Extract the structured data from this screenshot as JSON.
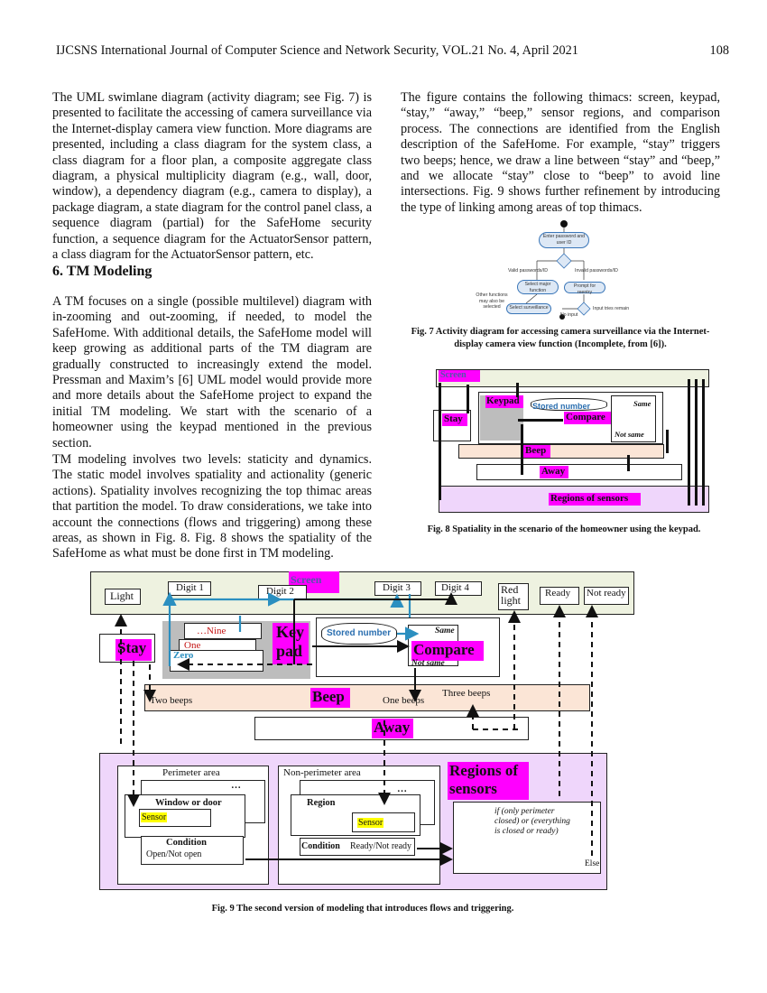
{
  "header": {
    "journal": "IJCSNS International Journal of Computer Science and Network Security, VOL.21 No. 4, April 2021",
    "page": "108"
  },
  "left_col": {
    "p1": "The UML swimlane diagram (activity diagram; see Fig. 7) is presented to facilitate the accessing of camera surveillance via the Internet-display camera view function. More diagrams are presented, including a class diagram for the system class, a class diagram for a floor plan, a composite aggregate class diagram, a physical multiplicity diagram (e.g., wall, door, window), a dependency diagram (e.g., camera to display), a package diagram, a state diagram for the control panel class, a sequence diagram (partial) for the SafeHome security function, a sequence diagram for the ActuatorSensor pattern, a class diagram for the ActuatorSensor pattern, etc.",
    "heading": "6. TM Modeling",
    "p2": "A TM focuses on a single (possible multilevel) diagram with in-zooming and out-zooming, if needed, to model the SafeHome. With additional details, the SafeHome model will keep growing as additional parts of the TM diagram are gradually constructed to increasingly extend the model. Pressman and Maxim’s [6] UML model would provide more and more details about the SafeHome project to expand the initial TM modeling. We start with the scenario of a homeowner using the keypad mentioned in the previous section.",
    "p3": "TM modeling involves two levels: staticity and dynamics. The static model involves spatiality and actionality (generic actions). Spatiality involves recognizing the top thimac areas that partition the model. To draw considerations, we take into account the connections (flows and triggering) among these areas, as shown in Fig. 8. Fig. 8 shows the spatiality of the SafeHome as what must be done first in TM modeling."
  },
  "right_col": {
    "p1": "The figure contains the following thimacs: screen, keypad, “stay,” “away,” “beep,” sensor regions, and comparison process. The connections are identified from the English description of the SafeHome. For example, “stay” triggers two beeps; hence, we draw a line between “stay” and “beep,” and we allocate “stay” close to “beep” to avoid line intersections. Fig. 9 shows further refinement by introducing the type of linking among areas of top thimacs."
  },
  "fig7": {
    "caption": "Fig. 7 Activity diagram for accessing camera surveillance via the Internet-display camera view function (Incomplete, from [6]).",
    "enter_password": "Enter password and user ID",
    "valid": "Valid passwords/ID",
    "invalid": "Invalid passwords/ID",
    "select_major": "Select major function",
    "prompt_reentry": "Prompt for reentry",
    "other_functions": "Other functions may also be selected",
    "input_tries": "Input tries remain",
    "select_surveillance": "Select surveillance",
    "no_input": "No input"
  },
  "fig8": {
    "caption": "Fig. 8 Spatiality in the scenario of the homeowner using the keypad.",
    "screen": "Screen",
    "keypad": "Keypad",
    "stored_number": "Stored number",
    "compare": "Compare",
    "same": "Same",
    "not_same": "Not same",
    "stay": "Stay",
    "beep": "Beep",
    "away": "Away",
    "regions": "Regions of sensors"
  },
  "fig9": {
    "caption": "Fig. 9 The second version of modeling that introduces flows and triggering.",
    "screen": "Screen",
    "light": "Light",
    "digit1": "Digit 1",
    "digit2": "Digit 2",
    "digit3": "Digit 3",
    "digit4": "Digit 4",
    "red_light": "Red light",
    "ready": "Ready",
    "not_ready": "Not ready",
    "nine": "…Nine",
    "one": "One",
    "zero": "Zero",
    "keypad": "Key pad",
    "stored_number": "Stored number",
    "same": "Same",
    "compare": "Compare",
    "not_same": "Not same",
    "stay": "Stay",
    "two_beeps": "Two beeps",
    "beep": "Beep",
    "one_beep": "One beeps",
    "three_beeps": "Three beeps",
    "away": "Away",
    "perimeter_area": "Perimeter area",
    "non_perimeter_area": "Non-perimeter area",
    "regions": "Regions of sensors",
    "ellipsis1": "…",
    "ellipsis2": "…",
    "window_door": "Window or door",
    "sensor1": "Sensor",
    "region": "Region",
    "sensor2": "Sensor",
    "condition1": "Condition",
    "open_not_open": "Open/Not open",
    "condition2": "Condition",
    "ready_not_ready": "Ready/Not ready",
    "if_text": "if (only perimeter closed) or (everything is closed or ready)",
    "else": "Else"
  }
}
